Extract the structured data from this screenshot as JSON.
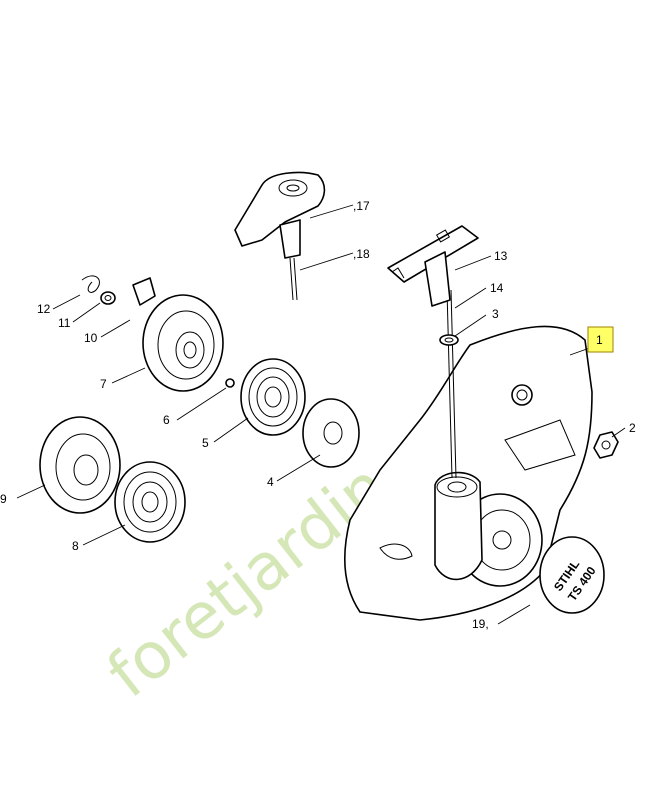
{
  "callouts": [
    {
      "id": "c1",
      "text": "1"
    },
    {
      "id": "c2",
      "text": "2"
    },
    {
      "id": "c3",
      "text": "3"
    },
    {
      "id": "c4",
      "text": "4"
    },
    {
      "id": "c5",
      "text": "5"
    },
    {
      "id": "c6",
      "text": "6"
    },
    {
      "id": "c7",
      "text": "7"
    },
    {
      "id": "c8",
      "text": "8"
    },
    {
      "id": "c9",
      "text": "9"
    },
    {
      "id": "c10",
      "text": "10"
    },
    {
      "id": "c11",
      "text": "11"
    },
    {
      "id": "c12",
      "text": "12"
    },
    {
      "id": "c13",
      "text": "13"
    },
    {
      "id": "c14",
      "text": "14"
    },
    {
      "id": "c17",
      "text": ",17"
    },
    {
      "id": "c18",
      "text": ",18"
    },
    {
      "id": "c19",
      "text": "19,"
    }
  ],
  "logo": {
    "brand": "STIHL",
    "model": "TS 400"
  },
  "watermark": {
    "text": "foretjardin.com",
    "color": "#c8e0a0",
    "accent": "#e8c8a8"
  },
  "highlight_color": "#ffff66"
}
